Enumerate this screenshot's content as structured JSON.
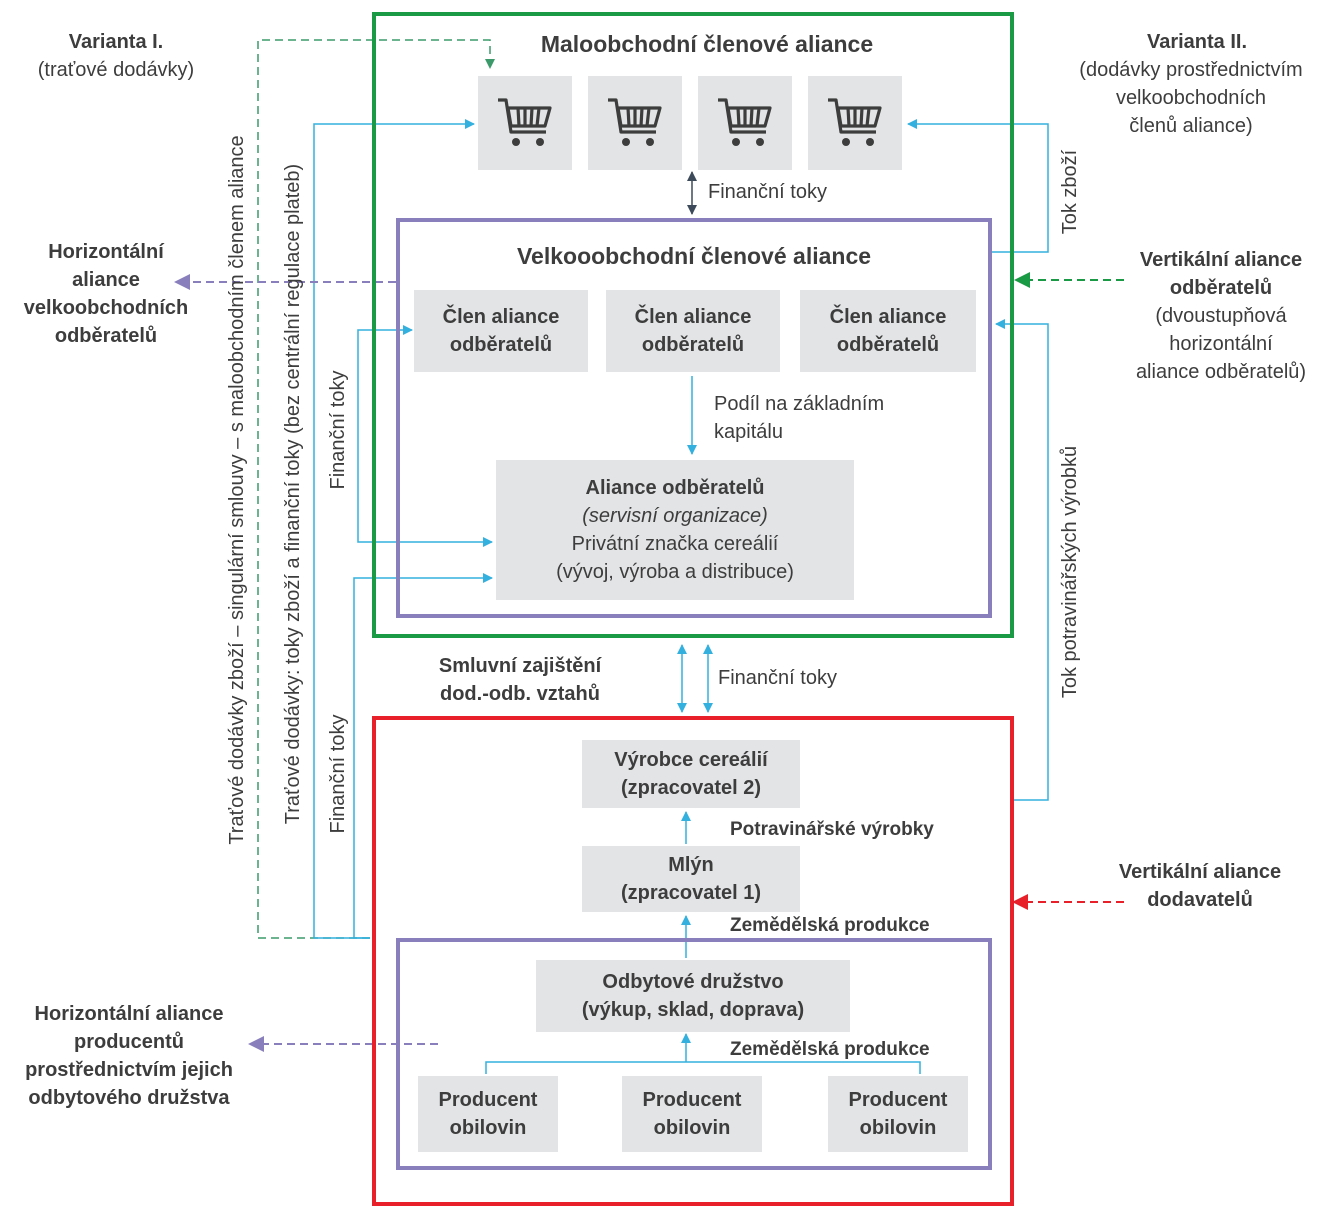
{
  "colors": {
    "green": "#1a9a44",
    "red": "#e8202a",
    "purple": "#8a7fbd",
    "blue": "#33b0dd",
    "dashed_green": "#3c9a6a",
    "box_gray": "#e3e4e6",
    "text": "#3d3d3d"
  },
  "left": {
    "variant1_title": "Varianta I.",
    "variant1_sub": "(traťové dodávky)",
    "horizontal_wholesale": [
      "Horizontální",
      "aliance",
      "velkoobchodních",
      "odběratelů"
    ],
    "horizontal_producers": [
      "Horizontální aliance",
      "producentů",
      "prostřednictvím jejich",
      "odbytového družstva"
    ],
    "vertical_text_1": "Traťové dodávky zboží – singulární smlouvy – s maloobchodním členem aliance",
    "vertical_text_2": "Traťové dodávky: toky zboží a finanční toky (bez centrální regulace plateb)",
    "vertical_fin_1": "Finanční toky",
    "vertical_fin_2": "Finanční toky"
  },
  "right": {
    "variant2_title": "Varianta II.",
    "variant2_sub": [
      "(dodávky prostřednictvím",
      "velkoobchodních",
      "členů aliance)"
    ],
    "tok_zbozi": "Tok zboží",
    "vertical_buyers_title": [
      "Vertikální aliance",
      "odběratelů"
    ],
    "vertical_buyers_sub": [
      "(dvoustupňová",
      "horizontální",
      "aliance odběratelů)"
    ],
    "tok_potravinarskych": "Tok potravinářských výrobků",
    "vertical_suppliers": [
      "Vertikální aliance",
      "dodavatelů"
    ]
  },
  "retail": {
    "title": "Maloobchodní členové aliance",
    "cart_icon": "shopping-cart-icon",
    "financni_toky": "Finanční toky"
  },
  "wholesale": {
    "title": "Velkooobchodní členové aliance",
    "member_line1": "Člen aliance",
    "member_line2": "odběratelů",
    "podil": [
      "Podíl na základním",
      "kapitálu"
    ],
    "alliance_title": "Aliance odběratelů",
    "alliance_sub": "(servisní organizace)",
    "alliance_line3": "Privátní značka cereálií",
    "alliance_line4": "(vývoj, výroba a distribuce)"
  },
  "middle": {
    "smluvni": [
      "Smluvní zajištění",
      "dod.-odb. vztahů"
    ],
    "financni_toky": "Finanční toky"
  },
  "supply": {
    "vyrobce": [
      "Výrobce cereálií",
      "(zpracovatel 2)"
    ],
    "potravinarske": "Potravinářské výrobky",
    "mlyn": [
      "Mlýn",
      "(zpracovatel 1)"
    ],
    "zemedelska_1": "Zemědělská produkce",
    "druzstvo": [
      "Odbytové družstvo",
      "(výkup, sklad, doprava)"
    ],
    "zemedelska_2": "Zemědělská produkce",
    "producent_line1": "Producent",
    "producent_line2": "obilovin"
  }
}
